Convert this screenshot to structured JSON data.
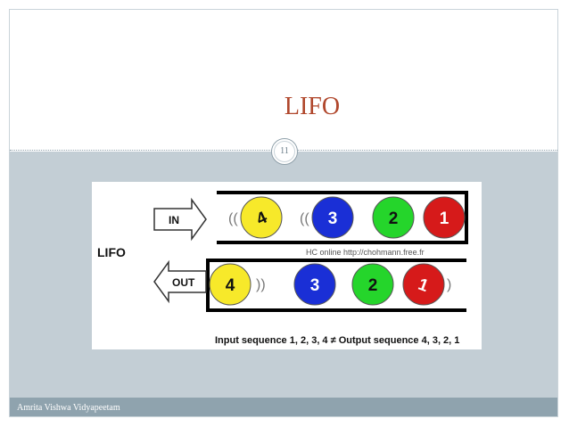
{
  "slide": {
    "title": "LIFO",
    "page_number": "11",
    "footer": "Amrita Vishwa Vidyapeetam"
  },
  "figure": {
    "label": "LIFO",
    "in_label": "IN",
    "out_label": "OUT",
    "watermark": "HC online   http://chohmann.free.fr",
    "caption": "Input sequence 1, 2, 3, 4 ≠ Output sequence 4, 3, 2, 1",
    "top_balls": [
      "4",
      "3",
      "2",
      "1"
    ],
    "bottom_balls": [
      "4",
      "3",
      "2",
      "1"
    ],
    "colors": {
      "yellow": "#f7e92a",
      "blue": "#1a2fd6",
      "green": "#25d52b",
      "red": "#d61a1a",
      "title": "#b0472c",
      "band": "#c3ced5",
      "footer": "#8fa3ae"
    }
  }
}
